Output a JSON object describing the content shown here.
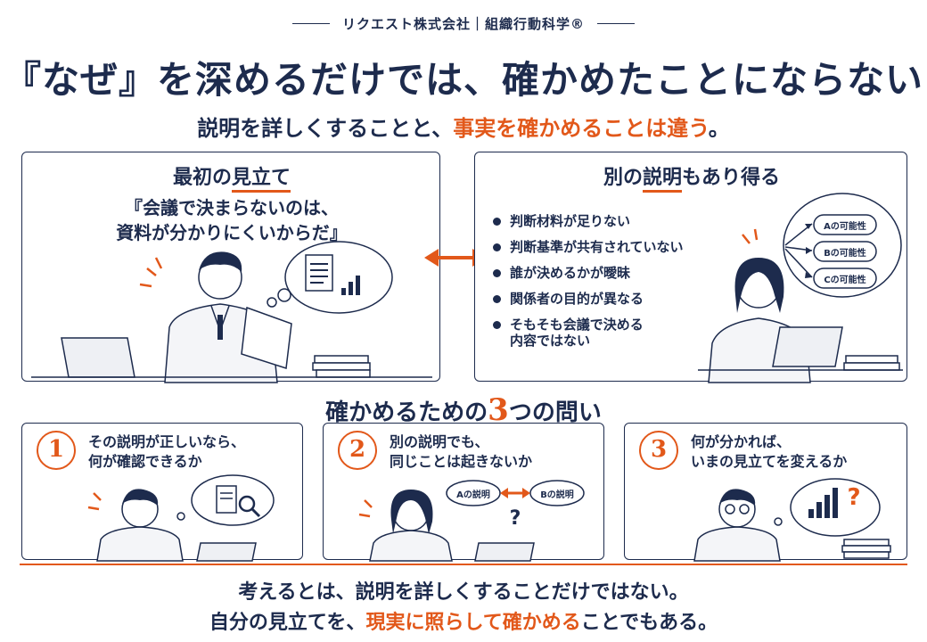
{
  "header": {
    "brand": "リクエスト株式会社｜組織行動科学®"
  },
  "title": "『なぜ』を深めるだけでは、確かめたことにならない",
  "subtitle": {
    "part1": "説明を詳しくすることと、",
    "part2": "事実を確かめることは違う",
    "part3": "。"
  },
  "left_panel": {
    "title_a": "最初の",
    "title_b": "見立て",
    "quote_line1": "『会議で決まらないのは、",
    "quote_line2": "資料が分かりにくいからだ』"
  },
  "right_panel": {
    "title_a": "別の",
    "title_b": "説明",
    "title_c": "もあり得る",
    "bullets": [
      "判断材料が足りない",
      "判断基準が共有されていない",
      "誰が決めるかが曖昧",
      "関係者の目的が異なる",
      "そもそも会議で決める"
    ],
    "bullet_cont": "内容ではない",
    "possibilities": [
      "Aの可能性",
      "Bの可能性",
      "Cの可能性"
    ]
  },
  "section": {
    "title_a": "確かめるための",
    "title_num": "3",
    "title_b": "つの問い"
  },
  "questions": [
    {
      "num": "1",
      "line1": "その説明が正しいなら、",
      "line2": "何が確認できるか"
    },
    {
      "num": "2",
      "line1": "別の説明でも、",
      "line2": "同じことは起きないか",
      "a_label": "Aの説明",
      "b_label": "Bの説明",
      "mark": "?"
    },
    {
      "num": "3",
      "line1": "何が分かれば、",
      "line2": "いまの見立てを変えるか",
      "mark": "?"
    }
  ],
  "footer": {
    "line1": "考えるとは、説明を詳しくすることだけではない。",
    "line2_a": "自分の見立てを、",
    "line2_b": "現実に照らして確かめる",
    "line2_c": "ことでもある。"
  },
  "colors": {
    "navy": "#1d2b4d",
    "accent": "#e2581a"
  }
}
